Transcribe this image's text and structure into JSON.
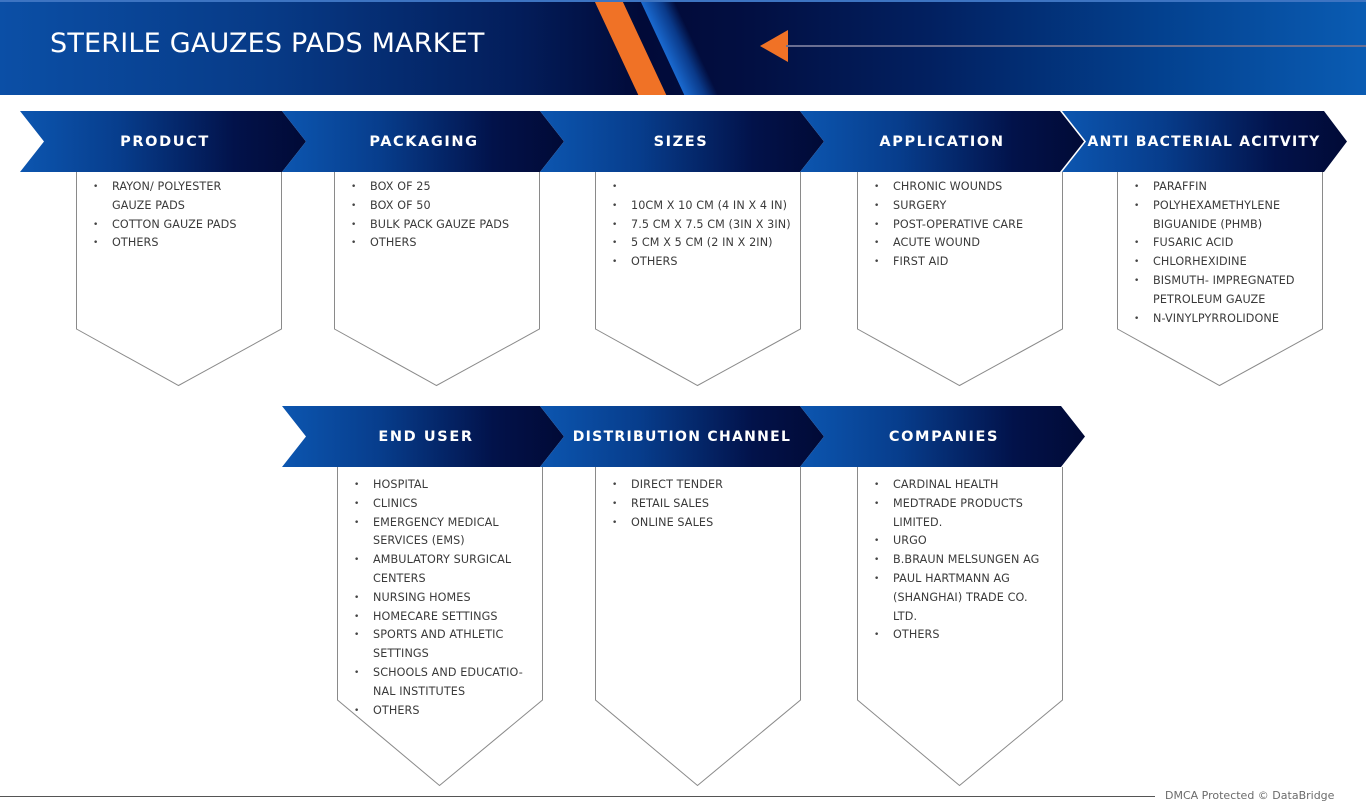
{
  "header": {
    "title": "STERILE GAUZES PADS MARKET",
    "colors": {
      "primary": "#0b4fa6",
      "dark": "#010a38",
      "accent": "#f07226"
    },
    "arrow_icon": "arrow-left-icon"
  },
  "segments_row1": [
    {
      "label": "PRODUCT",
      "items": [
        [
          "RAYON/ POLYESTER",
          "GAUZE PADS"
        ],
        [
          "COTTON GAUZE PADS"
        ],
        [
          "OTHERS"
        ]
      ]
    },
    {
      "label": "PACKAGING",
      "items": [
        [
          "BOX OF 25"
        ],
        [
          "BOX OF 50"
        ],
        [
          "BULK PACK GAUZE PADS"
        ],
        [
          "OTHERS"
        ]
      ]
    },
    {
      "label": "SIZES",
      "items": [
        [
          ""
        ],
        [
          "10CM X 10 CM (4 IN X 4 IN)"
        ],
        [
          "7.5 CM X 7.5 CM (3IN X 3IN)"
        ],
        [
          "5 CM X 5 CM (2 IN X 2IN)"
        ],
        [
          "OTHERS"
        ]
      ]
    },
    {
      "label": "APPLICATION",
      "items": [
        [
          "CHRONIC WOUNDS"
        ],
        [
          "SURGERY"
        ],
        [
          "POST-OPERATIVE CARE"
        ],
        [
          "ACUTE WOUND"
        ],
        [
          "FIRST AID"
        ]
      ]
    },
    {
      "label": "ANTI BACTERIAL ACITVITY",
      "items": [
        [
          "PARAFFIN"
        ],
        [
          "POLYHEXAMETHYLENE",
          "BIGUANIDE (PHMB)"
        ],
        [
          "FUSARIC ACID"
        ],
        [
          "CHLORHEXIDINE"
        ],
        [
          "BISMUTH- IMPREGNATED",
          "PETROLEUM GAUZE"
        ],
        [
          "N-VINYLPYRROLIDONE"
        ]
      ]
    }
  ],
  "segments_row2": [
    {
      "label": "END USER",
      "items": [
        [
          "HOSPITAL"
        ],
        [
          "CLINICS"
        ],
        [
          "EMERGENCY MEDICAL",
          "SERVICES (EMS)"
        ],
        [
          "AMBULATORY SURGICAL",
          "CENTERS"
        ],
        [
          "NURSING HOMES"
        ],
        [
          "HOMECARE SETTINGS"
        ],
        [
          "SPORTS AND ATHLETIC",
          "SETTINGS"
        ],
        [
          "SCHOOLS AND EDUCATIO-",
          "NAL INSTITUTES"
        ],
        [
          "OTHERS"
        ]
      ]
    },
    {
      "label": "DISTRIBUTION CHANNEL",
      "items": [
        [
          "DIRECT TENDER"
        ],
        [
          "RETAIL SALES"
        ],
        [
          "ONLINE SALES"
        ]
      ]
    },
    {
      "label": "COMPANIES",
      "items": [
        [
          "CARDINAL HEALTH"
        ],
        [
          "MEDTRADE PRODUCTS",
          "LIMITED."
        ],
        [
          "URGO"
        ],
        [
          "B.BRAUN MELSUNGEN AG"
        ],
        [
          "PAUL HARTMANN AG",
          "(SHANGHAI) TRADE CO.",
          "LTD."
        ],
        [
          "OTHERS"
        ]
      ]
    }
  ],
  "bullet": "•",
  "footer": {
    "text": "DMCA Protected © DataBridge"
  }
}
